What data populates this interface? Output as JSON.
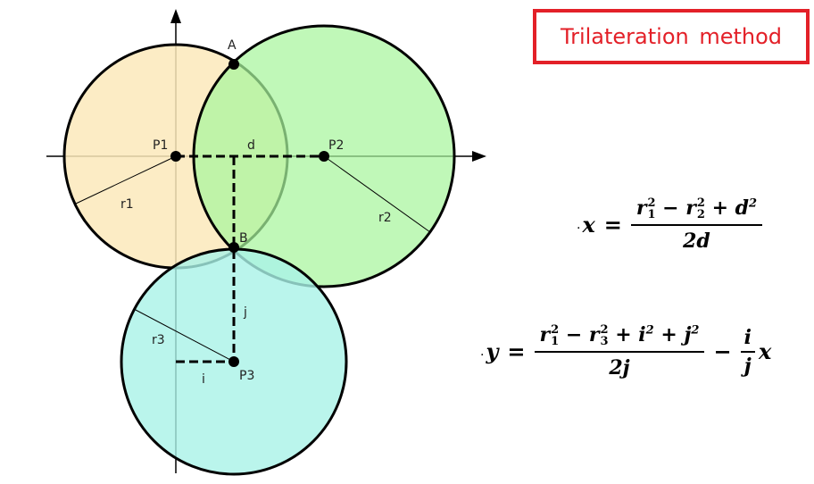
{
  "title": "Trilateration method",
  "labels": {
    "A": "A",
    "B": "B",
    "P1": "P1",
    "P2": "P2",
    "P3": "P3",
    "d": "d",
    "j": "j",
    "i": "i",
    "r1": "r1",
    "r2": "r2",
    "r3": "r3"
  },
  "colors": {
    "circle1_fill": "#fce9bb",
    "circle2_fill": "#b6f7ae",
    "circle3_fill": "#b8f5ec",
    "stroke": "#000000",
    "title_red": "#e32028"
  },
  "formula_x": {
    "lhs": "x",
    "num_parts": [
      "r",
      "1",
      "2",
      " − r",
      "2",
      "2",
      " + d",
      "2"
    ],
    "denominator": "2d"
  },
  "formula_y": {
    "lhs": "y",
    "numerator_text": "r₁² − r₃² + i² + j²",
    "denominator": "2j",
    "tail_num": "i",
    "tail_den": "j",
    "tail_var": "x"
  }
}
